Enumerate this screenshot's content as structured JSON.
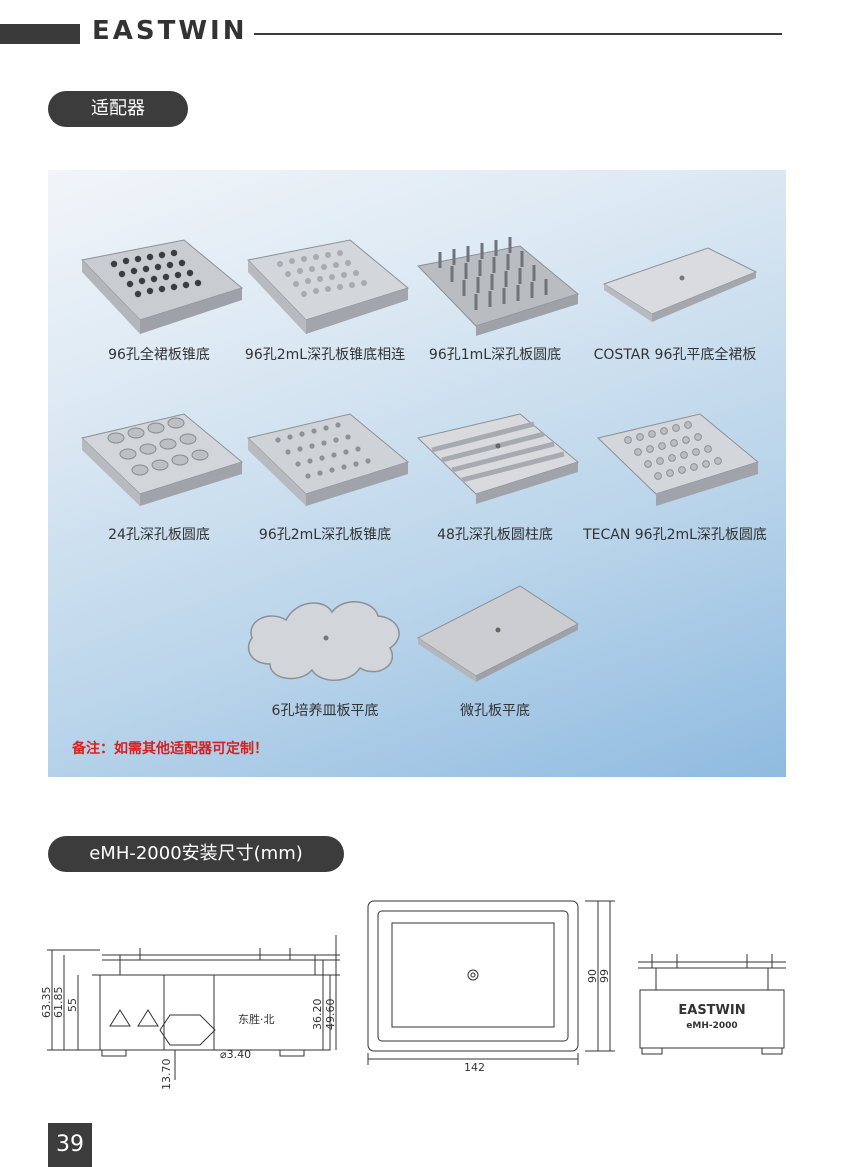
{
  "header": {
    "brand": "EASTWIN"
  },
  "section_adapters": {
    "title": "适配器",
    "items": [
      {
        "label": "96孔全裙板锥底"
      },
      {
        "label": "96孔2mL深孔板锥底相连"
      },
      {
        "label": "96孔1mL深孔板圆底"
      },
      {
        "label": "COSTAR 96孔平底全裙板"
      },
      {
        "label": "24孔深孔板圆底"
      },
      {
        "label": "96孔2mL深孔板锥底"
      },
      {
        "label": "48孔深孔板圆柱底"
      },
      {
        "label": "TECAN 96孔2mL深孔板圆底"
      },
      {
        "label": "6孔培养皿板平底"
      },
      {
        "label": "微孔板平底"
      }
    ],
    "note": "备注：如需其他适配器可定制！"
  },
  "section_dimensions": {
    "title": "eMH-2000安装尺寸(mm)",
    "side_view": {
      "dims": [
        "63.35",
        "61.85",
        "55",
        "36.20",
        "49.60",
        "13.70",
        "⌀3.40"
      ],
      "device_logo": "东胜·北"
    },
    "top_view": {
      "dims": [
        "90",
        "99",
        "142"
      ]
    },
    "front_view": {
      "brand": "EASTWIN",
      "model": "eMH-2000"
    }
  },
  "page_number": "39"
}
